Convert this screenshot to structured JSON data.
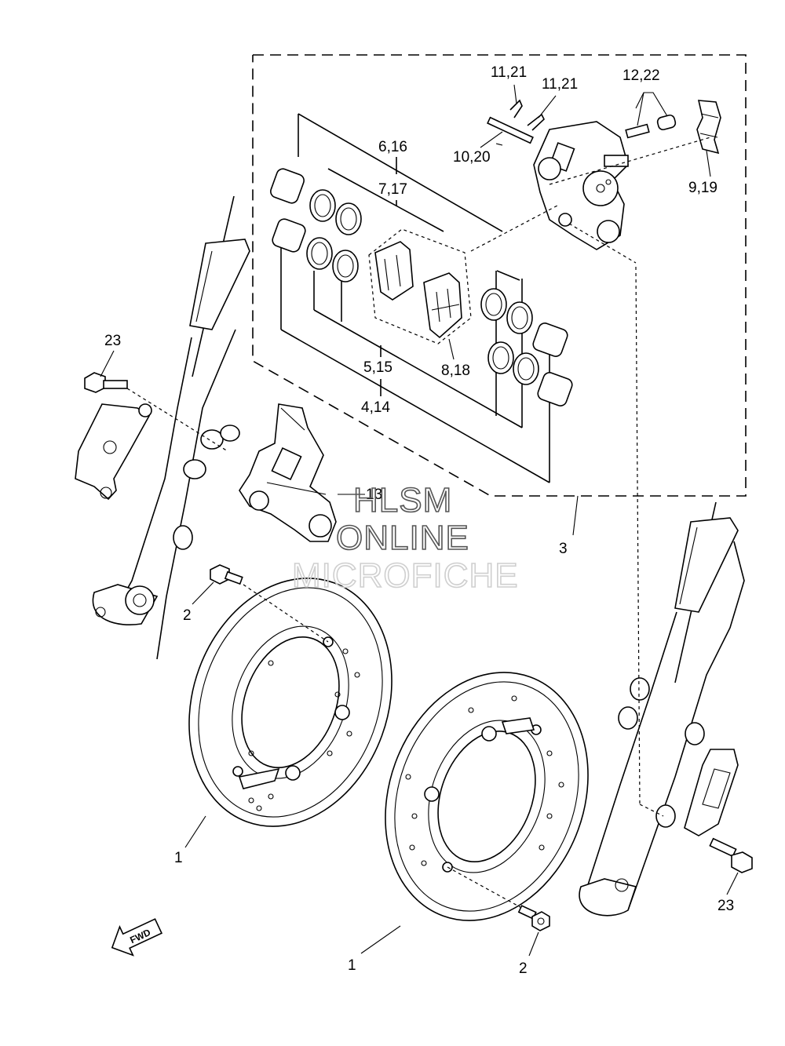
{
  "callouts": {
    "c_11_21_a": "11,21",
    "c_11_21_b": "11,21",
    "c_12_22": "12,22",
    "c_6_16": "6,16",
    "c_7_17": "7,17",
    "c_10_20": "10,20",
    "c_9_19": "9,19",
    "c_23_left": "23",
    "c_5_15": "5,15",
    "c_8_18": "8,18",
    "c_4_14": "4,14",
    "c_13": "13",
    "c_3": "3",
    "c_2_left": "2",
    "c_1_left": "1",
    "c_1_right": "1",
    "c_2_right": "2",
    "c_23_right": "23"
  },
  "fwd_arrow": {
    "label": "FWD",
    "icon": "forward-arrow-icon"
  },
  "watermark": {
    "line1": "HLSM",
    "line2": "ONLINE",
    "line3": "MICROFICHE"
  },
  "colors": {
    "ink": "#000000",
    "watermark_dark": "#555555",
    "watermark_light": "#cfcfcf"
  }
}
